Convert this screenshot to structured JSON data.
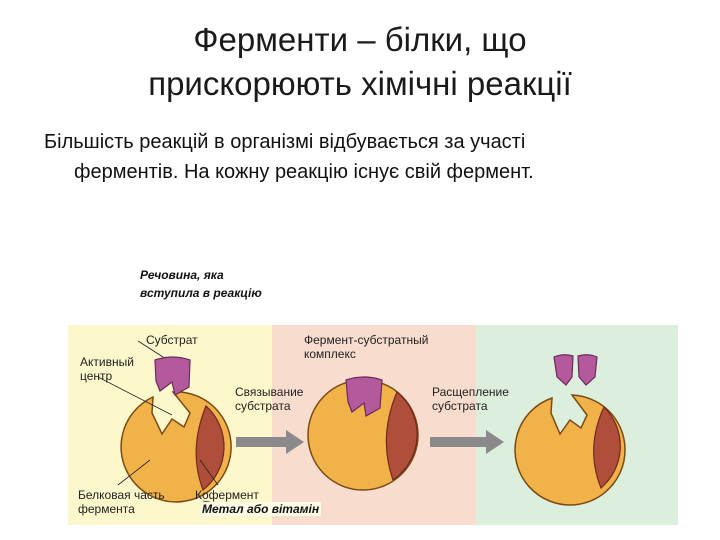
{
  "title": {
    "line1": "Ферменти – білки, що",
    "line2": "прискорюють хімічні реакції"
  },
  "subtitle": {
    "line1": "Більшість реакцій в організмі відбувається за участі",
    "line2": "ферментів. На кожну реакцію існує свій фермент."
  },
  "annotations": {
    "substance": "Речовина, яка вступила в реакцію",
    "metal": "Метал або вітамін"
  },
  "diagram": {
    "substrate": "Субстрат",
    "active_center_1": "Активный",
    "active_center_2": "центр",
    "binding_1": "Связывание",
    "binding_2": "субстрата",
    "complex_1": "Фермент-субстратный",
    "complex_2": "комплекс",
    "splitting_1": "Расщепление",
    "splitting_2": "субстрата",
    "protein_1": "Белковая часть",
    "protein_2": "фермента",
    "coenzyme": "Кофермент"
  },
  "colors": {
    "panel1": "#fdf7cc",
    "panel2": "#f8dccd",
    "panel3": "#dcefdc",
    "enzyme": "#f2b24a",
    "coenzyme": "#b04e3c",
    "substrate": "#b45a9c",
    "arrow": "#8a8a8a"
  }
}
